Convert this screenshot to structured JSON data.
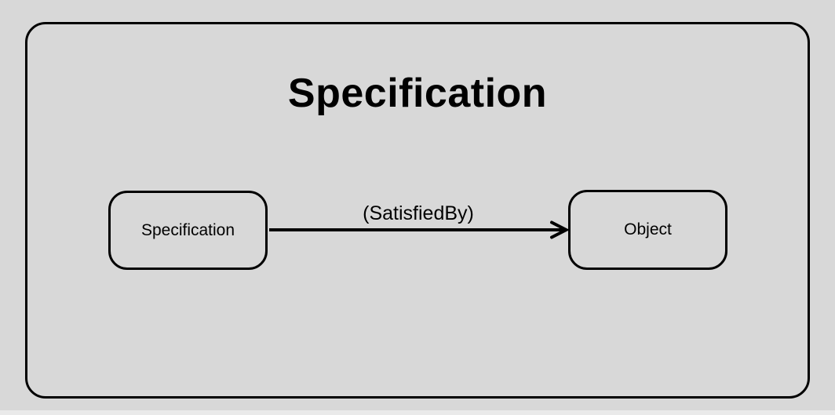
{
  "diagram": {
    "title": "Specification",
    "nodes": [
      {
        "id": "specification",
        "label": "Specification"
      },
      {
        "id": "object",
        "label": "Object"
      }
    ],
    "edge": {
      "label": "(SatisfiedBy)",
      "from": "specification",
      "to": "object",
      "direction": "right"
    },
    "colors": {
      "background": "#d8d8d8",
      "stroke": "#000000",
      "text": "#000000",
      "bottom_edge": "#eaeaea"
    }
  }
}
